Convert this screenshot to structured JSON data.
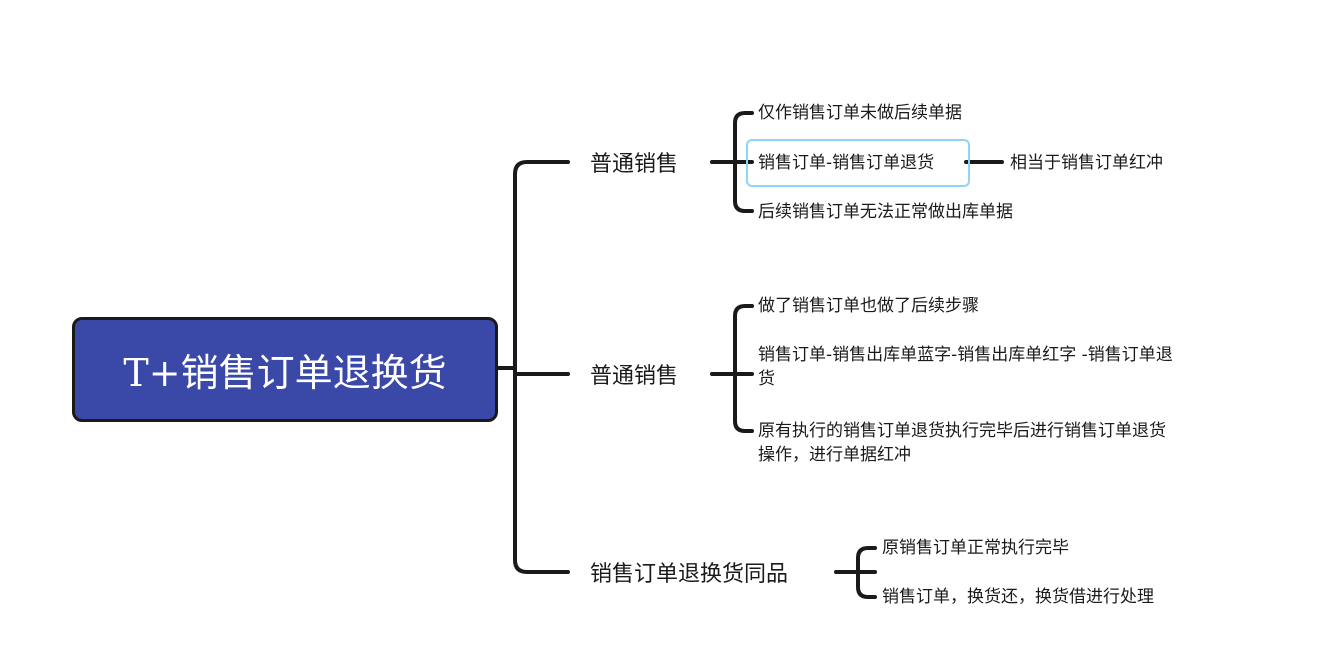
{
  "root": {
    "label": "T+销售订单退换货"
  },
  "branches": [
    {
      "label": "普通销售",
      "children": [
        {
          "label": "仅作销售订单未做后续单据"
        },
        {
          "label": "销售订单-销售订单退货",
          "note": "相当于销售订单红冲"
        },
        {
          "label": "后续销售订单无法正常做出库单据"
        }
      ]
    },
    {
      "label": "普通销售",
      "children": [
        {
          "label": "做了销售订单也做了后续步骤"
        },
        {
          "label": "销售订单-销售出库单蓝字-销售出库单红字 -销售订单退货"
        },
        {
          "label": "原有执行的销售订单退货执行完毕后进行销售订单退货操作，进行单据红冲"
        }
      ]
    },
    {
      "label": "销售订单退换货同品",
      "children": [
        {
          "label": "原销售订单正常执行完毕"
        },
        {
          "label": "销售订单，换货还，换货借进行处理"
        }
      ]
    }
  ],
  "colors": {
    "root_fill": "#3a48a8",
    "line": "#1a1a1a",
    "selection": "#8fd3f5"
  }
}
